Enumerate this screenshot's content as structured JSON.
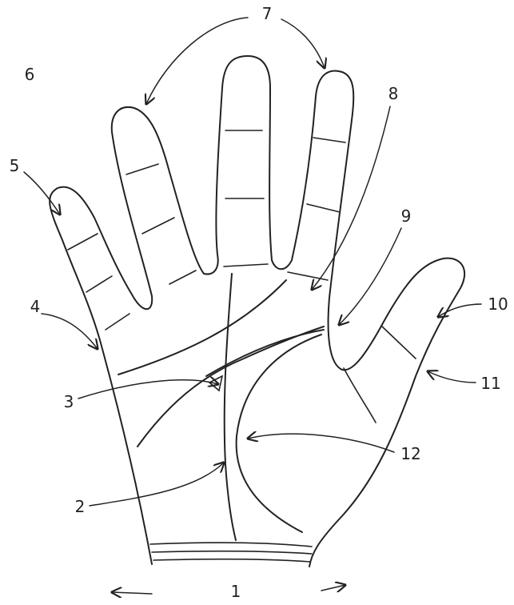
{
  "labels": {
    "wrist": "1",
    "line_2": "2",
    "line_3": "3",
    "mount_4": "4",
    "mount_5": "5",
    "mount_6": "6",
    "fingers_7": "7",
    "line_8": "8",
    "mount_9": "9",
    "thumb_10": "10",
    "thumb_11": "11",
    "line_12": "12"
  },
  "colors": {
    "ink": "#222222",
    "paper": "#ffffff"
  }
}
